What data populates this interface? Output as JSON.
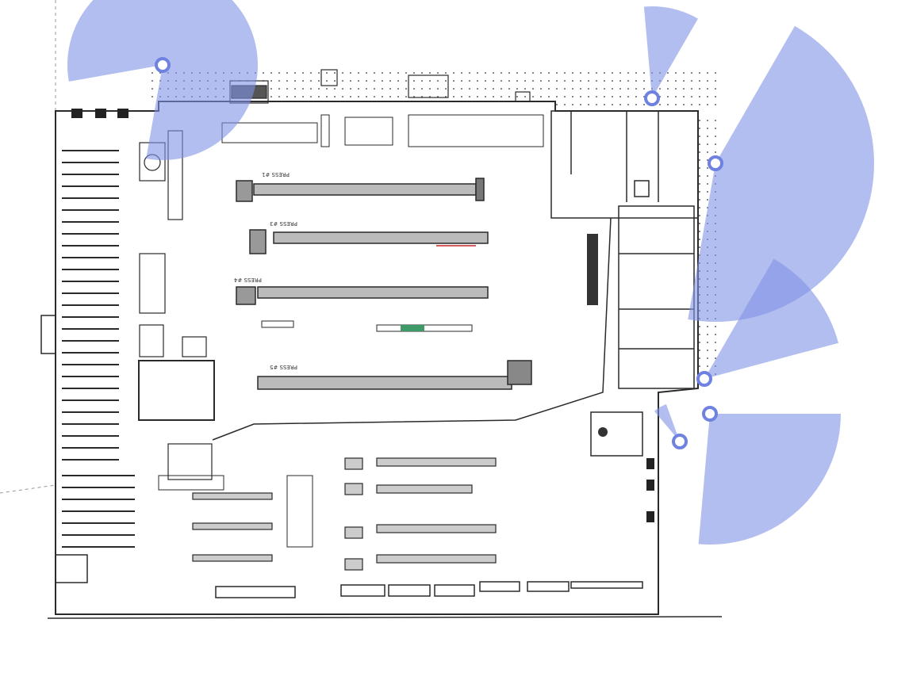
{
  "map": {
    "press_labels": [
      "PRESS #1",
      "PRESS #3",
      "PRESS #4",
      "PRESS #5"
    ],
    "colors": {
      "camera_fov": "#8193e6",
      "camera_marker_ring": "#6f82e0",
      "plan_ink": "#2a2a2a",
      "background": "#ffffff",
      "highlight_green": "#3f9a6a",
      "highlight_red": "#d65a5a"
    },
    "cameras": [
      {
        "id": "cam-1"
      },
      {
        "id": "cam-2"
      },
      {
        "id": "cam-3"
      },
      {
        "id": "cam-4"
      },
      {
        "id": "cam-5"
      },
      {
        "id": "cam-6"
      }
    ]
  }
}
